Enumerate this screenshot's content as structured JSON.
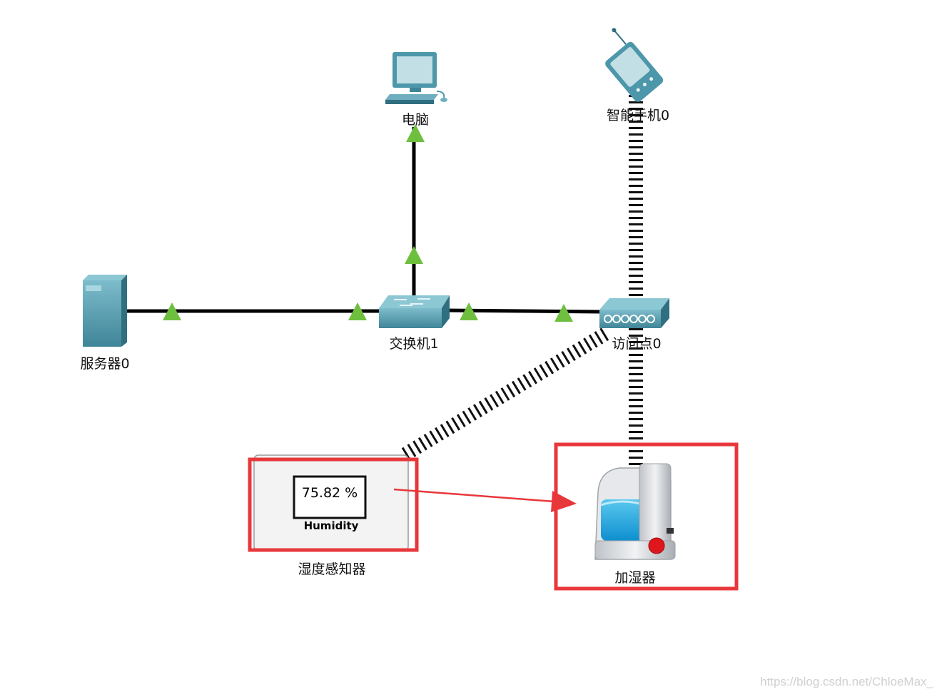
{
  "nodes": {
    "pc": {
      "label": "电脑"
    },
    "smartphone": {
      "label": "智能手机0"
    },
    "server": {
      "label": "服务器0"
    },
    "switch": {
      "label": "交换机1"
    },
    "access_point": {
      "label": "访问点0"
    },
    "humidity_sensor": {
      "label": "湿度感知器",
      "reading": "75.82 %",
      "display_title": "Humidity"
    },
    "humidifier": {
      "label": "加湿器"
    }
  },
  "links": [
    {
      "from": "server",
      "to": "switch",
      "type": "wired"
    },
    {
      "from": "switch",
      "to": "pc",
      "type": "wired"
    },
    {
      "from": "switch",
      "to": "access_point",
      "type": "wired"
    },
    {
      "from": "access_point",
      "to": "smartphone",
      "type": "wireless"
    },
    {
      "from": "access_point",
      "to": "humidity_sensor",
      "type": "wireless"
    },
    {
      "from": "access_point",
      "to": "humidifier",
      "type": "wireless"
    }
  ],
  "annotation": {
    "from": "humidity_sensor",
    "to": "humidifier",
    "color": "#e8373b"
  },
  "colors": {
    "link_up": "#6fbf3f",
    "device": "#4d97aa",
    "highlight": "#e8373b"
  },
  "watermark": "https://blog.csdn.net/ChloeMax_"
}
